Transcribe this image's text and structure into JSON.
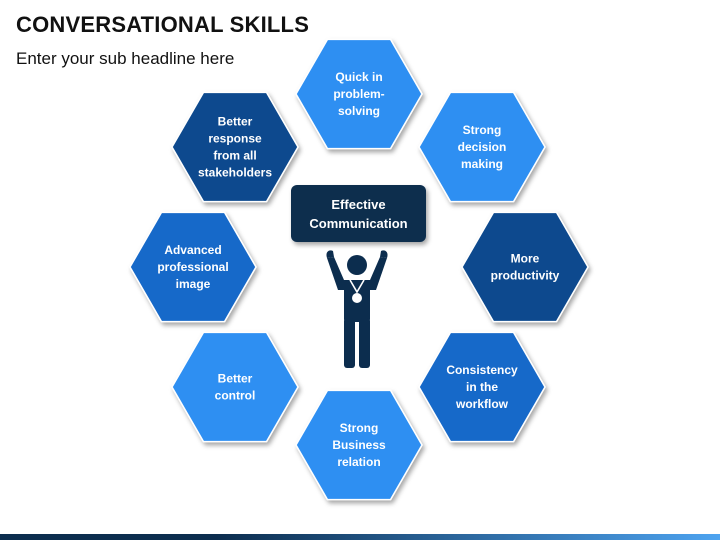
{
  "header": {
    "title": "CONVERSATIONAL SKILLS",
    "subtitle": "Enter your sub headline here"
  },
  "center": {
    "label_lines": [
      "Effective",
      "Communication"
    ],
    "box_color": "#0c2d4e",
    "figure_color": "#0c2d4e",
    "figure_icon": "person-raising-arms-with-medal-icon"
  },
  "colors": {
    "light_blue": "#2e8ff2",
    "mid_blue": "#1769c9",
    "dark_blue": "#0b4a8e",
    "bar_left": "#0c2d4e",
    "bar_right": "#4da3f0"
  },
  "hexagons": [
    {
      "id": "quick-problem-solving",
      "lines": [
        "Quick in",
        "problem-",
        "solving"
      ],
      "tone": "light_blue"
    },
    {
      "id": "strong-decision-making",
      "lines": [
        "Strong",
        "decision",
        "making"
      ],
      "tone": "light_blue"
    },
    {
      "id": "more-productivity",
      "lines": [
        "More",
        "productivity"
      ],
      "tone": "dark_blue"
    },
    {
      "id": "consistency-workflow",
      "lines": [
        "Consistency",
        "in the",
        "workflow"
      ],
      "tone": "mid_blue"
    },
    {
      "id": "strong-business-relation",
      "lines": [
        "Strong",
        "Business",
        "relation"
      ],
      "tone": "light_blue"
    },
    {
      "id": "better-control",
      "lines": [
        "Better",
        "control"
      ],
      "tone": "light_blue"
    },
    {
      "id": "advanced-professional-image",
      "lines": [
        "Advanced",
        "professional",
        "image"
      ],
      "tone": "mid_blue"
    },
    {
      "id": "better-response-stakeholders",
      "lines": [
        "Better",
        "response",
        "from all",
        "stakeholders"
      ],
      "tone": "dark_blue"
    }
  ]
}
